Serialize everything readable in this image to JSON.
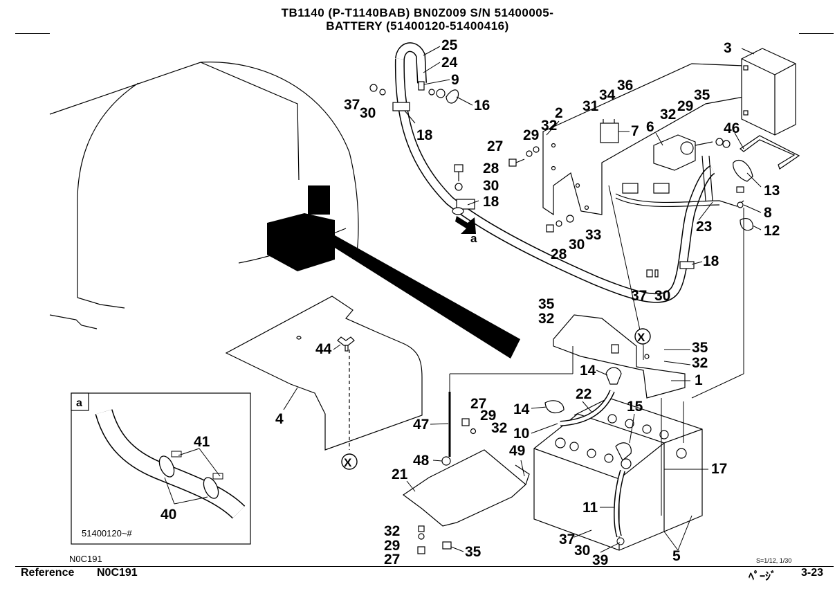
{
  "header": {
    "line1": "TB1140 (P-T1140BAB) BN0Z009  S/N 51400005-",
    "line2": "BATTERY (51400120-51400416)"
  },
  "inset": {
    "tag": "a",
    "serial": "51400120~#",
    "labels": {
      "l41": "41",
      "l40": "40"
    }
  },
  "diagram_code": "N0C191",
  "footer": {
    "reference_label": "Reference",
    "reference_value": "N0C191",
    "scale": "S=1/12, 1/30",
    "page_label": "ﾍﾟｰｼﾞ",
    "page_number": "3-23"
  },
  "view_mark": "a",
  "connector_mark": "X",
  "callouts": {
    "c25": "25",
    "c24": "24",
    "c9": "9",
    "c16": "16",
    "c37a": "37",
    "c30a": "30",
    "c18a": "18",
    "c3": "3",
    "c2": "2",
    "c34": "34",
    "c36": "36",
    "c31": "31",
    "c7": "7",
    "c6": "6",
    "c32a": "32",
    "c29a": "29",
    "c35a": "35",
    "c46": "46",
    "c32b": "32",
    "c29b": "29",
    "c27a": "27",
    "c28a": "28",
    "c30b": "30",
    "c18b": "18",
    "c13": "13",
    "c8": "8",
    "c12": "12",
    "c23": "23",
    "c28b": "28",
    "c30c": "30",
    "c33": "33",
    "c18c": "18",
    "c37b": "37",
    "c30d": "30",
    "c35b": "35",
    "c32c": "32",
    "c44": "44",
    "c35c": "35",
    "c32d": "32",
    "c14a": "14",
    "c1": "1",
    "c4": "4",
    "c27b": "27",
    "c29c": "29",
    "c32e": "32",
    "c47": "47",
    "c14b": "14",
    "c22": "22",
    "c15": "15",
    "c10": "10",
    "c48": "48",
    "c49": "49",
    "c21": "21",
    "c17": "17",
    "c11": "11",
    "c32f": "32",
    "c29d": "29",
    "c27c": "27",
    "c35d": "35",
    "c37c": "37",
    "c30e": "30",
    "c39": "39",
    "c5": "5"
  }
}
